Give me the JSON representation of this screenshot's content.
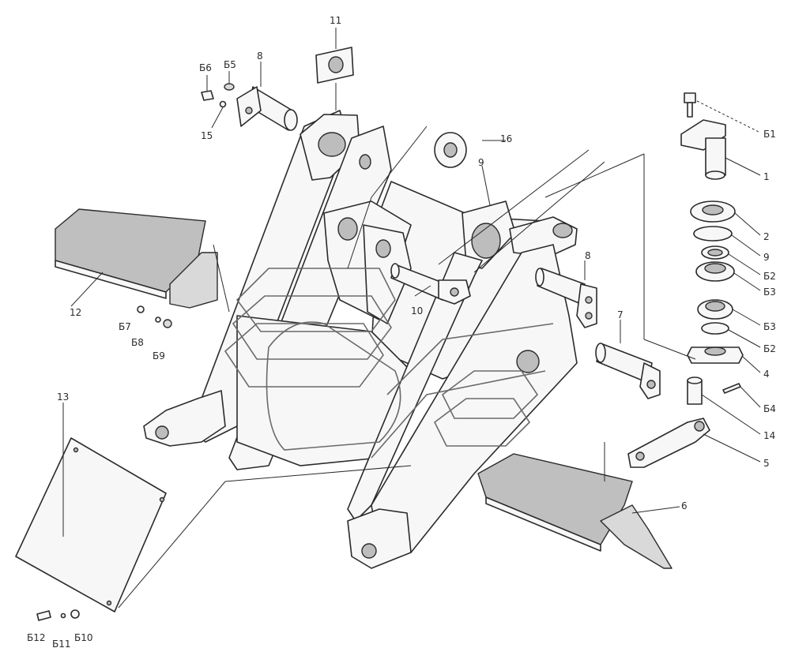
{
  "labels": {
    "l1": "1",
    "l2": "2",
    "l4": "4",
    "l5": "5",
    "l6": "6",
    "l7": "7",
    "l8a": "8",
    "l8b": "8",
    "l9a": "9",
    "l9b": "9",
    "l10": "10",
    "l11": "11",
    "l12": "12",
    "l13": "13",
    "l14": "14",
    "l15": "15",
    "l16": "16",
    "b1": "Б1",
    "b2a": "Б2",
    "b2b": "Б2",
    "b3a": "Б3",
    "b3b": "Б3",
    "b4": "Б4",
    "b5": "Б5",
    "b6": "Б6",
    "b7": "Б7",
    "b8": "Б8",
    "b9": "Б9",
    "b10": "Б10",
    "b11": "Б11",
    "b12": "Б12"
  }
}
